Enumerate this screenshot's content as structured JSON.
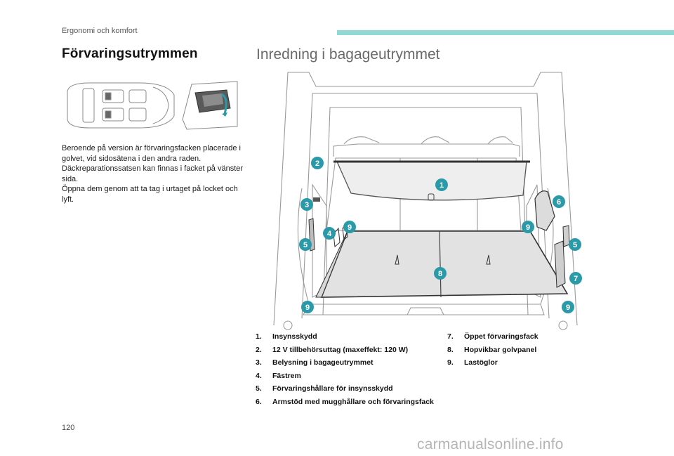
{
  "header": {
    "section": "Ergonomi och komfort"
  },
  "left": {
    "title": "Förvaringsutrymmen",
    "paragraphs": [
      "Beroende på version är förvaringsfacken placerade i golvet, vid sidosätena i den andra raden.",
      "Däckreparationssatsen kan finnas i facket på vänster sida.",
      "Öppna dem genom att ta tag i urtaget på locket och lyft."
    ]
  },
  "right": {
    "title": "Inredning i bagageutrymmet",
    "callouts": [
      "1",
      "2",
      "3",
      "4",
      "5",
      "6",
      "7",
      "8",
      "9"
    ],
    "legend_left": [
      {
        "num": "1.",
        "text": "Insynsskydd"
      },
      {
        "num": "2.",
        "text": "12 V tillbehörsuttag (maxeffekt: 120 W)"
      },
      {
        "num": "3.",
        "text": "Belysning i bagageutrymmet"
      },
      {
        "num": "4.",
        "text": "Fästrem"
      },
      {
        "num": "5.",
        "text": "Förvaringshållare för insynsskydd"
      },
      {
        "num": "6.",
        "text": "Armstöd med mugghållare och förvaringsfack"
      }
    ],
    "legend_right": [
      {
        "num": "7.",
        "text": "Öppet förvaringsfack"
      },
      {
        "num": "8.",
        "text": "Hopvikbar golvpanel"
      },
      {
        "num": "9.",
        "text": "Lastöglor"
      }
    ]
  },
  "footer": {
    "page_number": "120",
    "watermark": "carmanualsonline.info"
  },
  "colors": {
    "accent_bar": "#8fd8d3",
    "callout": "#2b9aa8",
    "heading_gray": "#6a6a6a"
  }
}
